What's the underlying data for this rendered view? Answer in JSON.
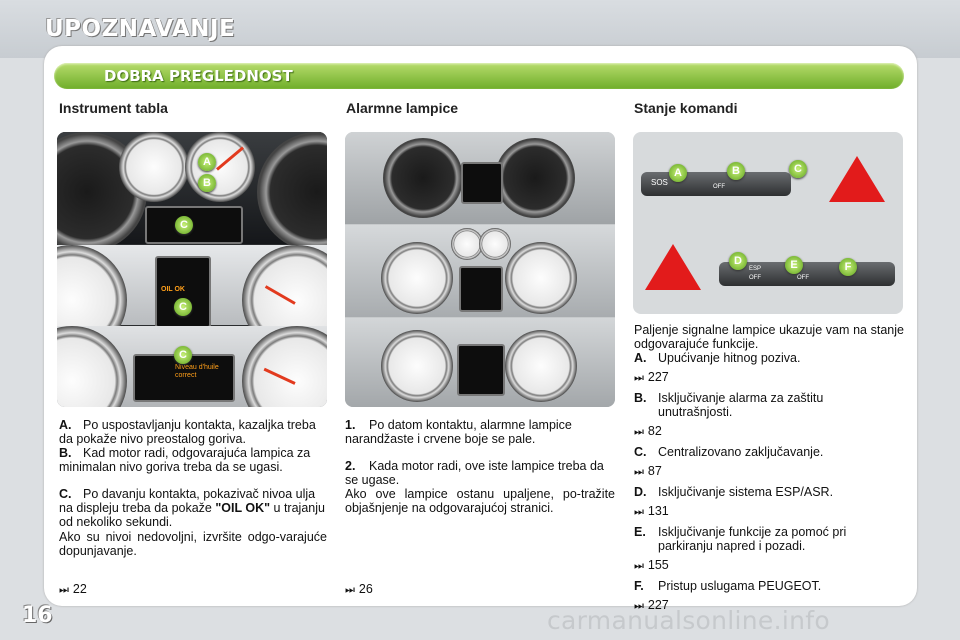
{
  "header": {
    "title": "UPOZNAVANJE"
  },
  "section": {
    "title": "DOBRA PREGLEDNOST"
  },
  "col1": {
    "title": "Instrument tabla",
    "items": [
      {
        "key": "A.",
        "text": "Po uspostavljanju kontakta, kazaljka treba da pokaže nivo preostalog goriva."
      },
      {
        "key": "B.",
        "text": "Kad motor radi, odgovarajuća lampica za minimalan nivo goriva treba da se ugasi."
      },
      {
        "key": "C.",
        "text_pre": "Po davanju kontakta, pokazivač nivoa ulja na displeju treba da pokaže ",
        "text_bold": "\"OIL OK\"",
        "text_post": " u trajanju od nekoliko sekundi."
      }
    ],
    "para": "Ako su nivoi nedovoljni, izvršite odgo-varajuće dopunjavanje.",
    "ref": "22"
  },
  "col2": {
    "title": "Alarmne lampice",
    "items": [
      {
        "key": "1.",
        "text": "Po datom kontaktu, alarmne lampice narandžaste i crvene boje se pale."
      },
      {
        "key": "2.",
        "text": "Kada motor radi, ove iste lampice treba da se ugase."
      }
    ],
    "para": "Ako ove lampice ostanu upaljene, po-tražite objašnjenje na odgovarajućoj stranici.",
    "ref": "26"
  },
  "col3": {
    "title": "Stanje komandi",
    "intro": "Paljenje signalne lampice ukazuje vam na stanje odgovarajuće funkcije.",
    "items": [
      {
        "key": "A.",
        "text": "Upućivanje hitnog poziva.",
        "ref": "227"
      },
      {
        "key": "B.",
        "text": "Isključivanje alarma za zaštitu unutrašnjosti.",
        "ref": "82"
      },
      {
        "key": "C.",
        "text": "Centralizovano zaključavanje.",
        "ref": "87"
      },
      {
        "key": "D.",
        "text": "Isključivanje sistema ESP/ASR.",
        "ref": "131"
      },
      {
        "key": "E.",
        "text": "Isključivanje funkcije za pomoć pri parkiranju napred i pozadi.",
        "ref": "155"
      },
      {
        "key": "F.",
        "text": "Pristup uslugama PEUGEOT.",
        "ref": "227"
      }
    ]
  },
  "photo1": {
    "badges": [
      "A",
      "B",
      "C",
      "C",
      "C"
    ],
    "lcd1": "OIL OK",
    "lcd2": "Niveau d'huile correct"
  },
  "photo3": {
    "badges": [
      "A",
      "B",
      "C",
      "D",
      "E",
      "F"
    ],
    "labels": [
      "SOS",
      "OFF",
      "ESP",
      "OFF",
      "OFF"
    ]
  },
  "footer": {
    "page_number": "16",
    "watermark": "carmanualsonline.info"
  },
  "ref_icon": "⏭"
}
